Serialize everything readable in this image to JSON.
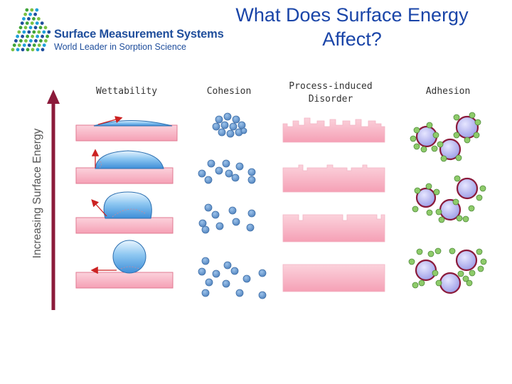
{
  "logo": {
    "company": "Surface Measurement Systems",
    "tagline": "World Leader in Sorption Science",
    "icon": "dot-grid-logo",
    "colors": [
      "#3fa43a",
      "#7bc043",
      "#1fa0d8",
      "#1f4e9c"
    ]
  },
  "title": "What Does Surface Energy\nAffect?",
  "diagram": {
    "y_axis_label": "Increasing Surface Energy",
    "arrow_color": "#8b1a3a",
    "columns": [
      {
        "label": "Wettability"
      },
      {
        "label": "Cohesion"
      },
      {
        "label": "Process-induced\nDisorder"
      },
      {
        "label": "Adhesion"
      }
    ],
    "colors": {
      "surface": "#f5a0b5",
      "droplet": "#6fb1e6",
      "particle": "#5b8fc7",
      "large_particle": "#a8a8e8",
      "large_particle_ring": "#8b1a3a",
      "small_particle": "#8ecb6a"
    }
  }
}
